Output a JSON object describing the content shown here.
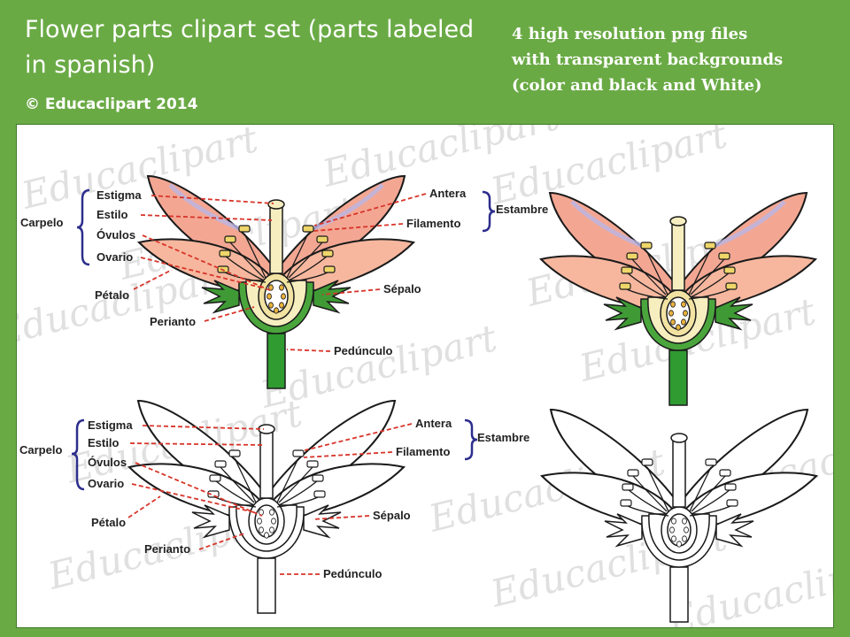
{
  "header": {
    "title": "Flower parts clipart set (parts labeled in spanish)",
    "copyright": "© Educaclipart 2014",
    "description": [
      "4 high resolution png files",
      "with transparent backgrounds",
      "(color and black and White)"
    ]
  },
  "watermark": "Educaclipart",
  "labels": {
    "estigma": "Estigma",
    "estilo": "Estilo",
    "ovulos": "Óvulos",
    "ovario": "Ovario",
    "carpelo": "Carpelo",
    "petalo": "Pétalo",
    "perianto": "Perianto",
    "antera": "Antera",
    "filamento": "Filamento",
    "estambre": "Estambre",
    "sepalo": "Sépalo",
    "pedunculo": "Pedúnculo"
  },
  "colors": {
    "background": "#6aaa45",
    "petal": "#f3a793",
    "sepal": "#3f9a35",
    "stem": "#2f9b31",
    "leader": "#d8352a",
    "bracket": "#2d2e8c"
  }
}
